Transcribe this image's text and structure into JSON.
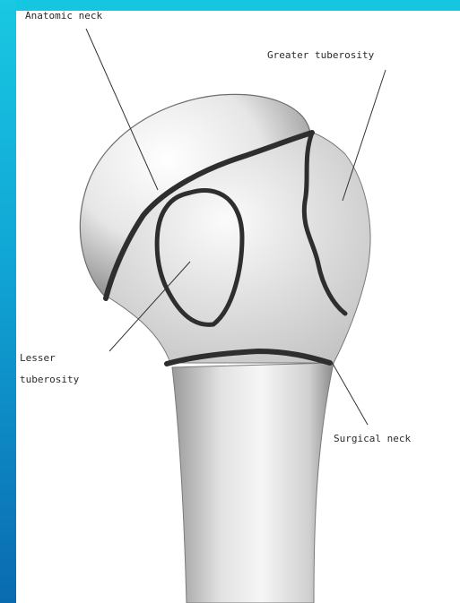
{
  "labels": {
    "anatomic_neck": "Anatomic neck",
    "greater_tuberosity": "Greater tuberosity",
    "lesser_tuberosity_line1": "Lesser",
    "lesser_tuberosity_line2": "tuberosity",
    "surgical_neck": "Surgical neck"
  },
  "colors": {
    "frame": "#14c6e0",
    "fracture_line": "#2e2e2e",
    "bone_light": "#f4f4f4",
    "bone_shadow": "#8a8a8a"
  }
}
